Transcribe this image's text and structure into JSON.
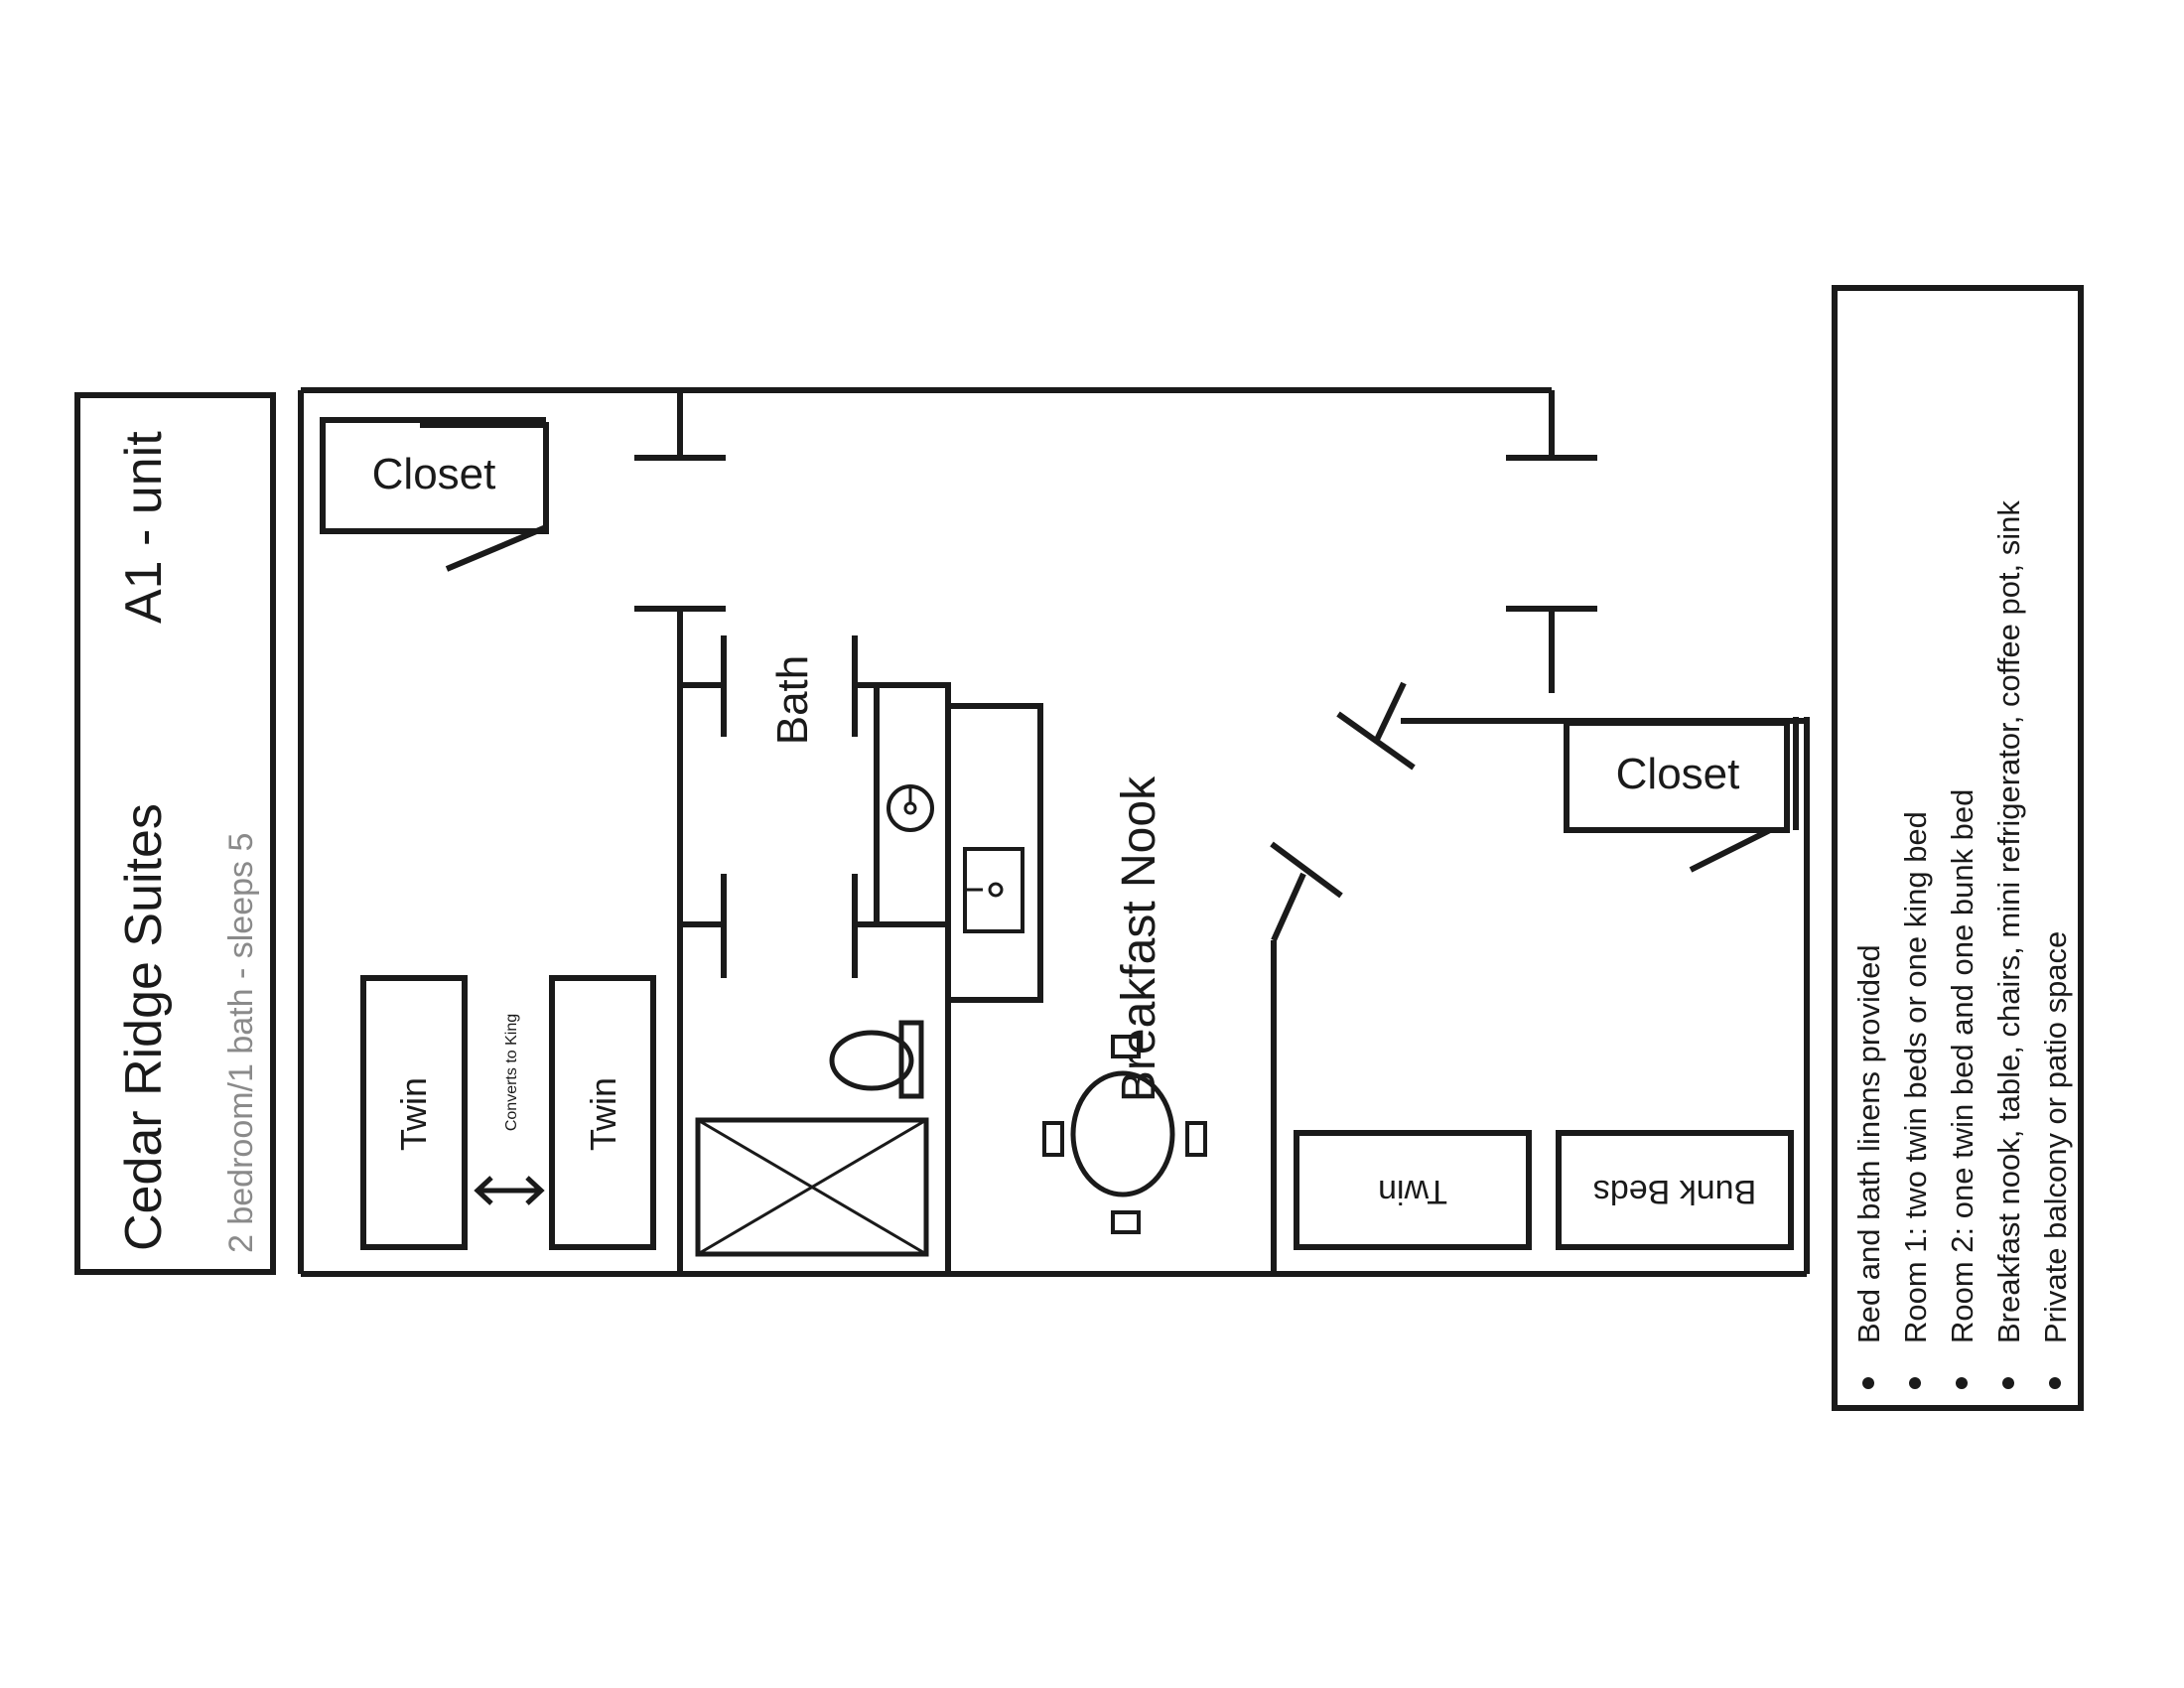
{
  "title_block": {
    "property": "Cedar Ridge Suites",
    "unit": "A1 - unit",
    "summary": "2 bedroom/1 bath - sleeps 5"
  },
  "rooms": {
    "closet_room1": "Closet",
    "bath": "Bath",
    "breakfast_nook": "Breakfast Nook",
    "closet_room2": "Closet"
  },
  "furniture": {
    "twin_left": "Twin",
    "twin_right": "Twin",
    "converts_label": "Converts to King",
    "twin_room2": "Twin",
    "bunk_beds": "Bunk Beds"
  },
  "features": [
    "Bed and bath linens provided",
    "Room 1: two twin beds or one king bed",
    "Room 2: one twin bed and one bunk bed",
    "Breakfast nook, table, chairs, mini refrigerator, coffee pot, sink",
    "Private balcony or patio space"
  ]
}
